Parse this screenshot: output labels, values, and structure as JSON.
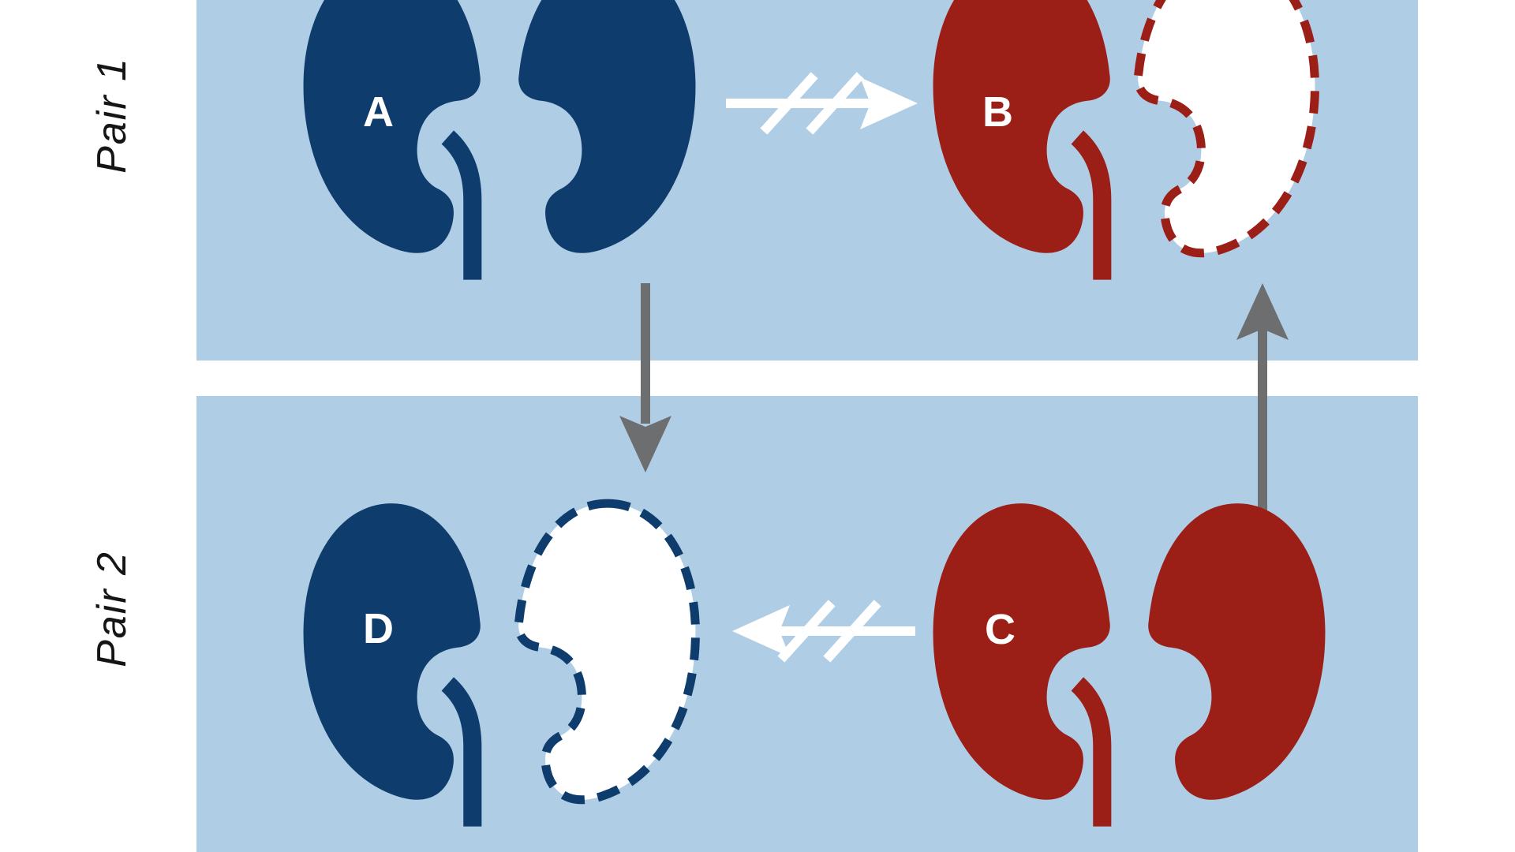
{
  "diagram": {
    "pair1": {
      "label": "Pair 1",
      "donor_kidney_label": "A",
      "recipient_kidney_label": "B"
    },
    "pair2": {
      "label": "Pair 2",
      "recipient_kidney_label": "D",
      "donor_kidney_label": "C"
    }
  },
  "colors": {
    "panel_blue": "#b0cde6",
    "kidney_navy": "#0e3c6c",
    "kidney_red": "#9c1f17",
    "exchange_arrow_gray": "#6d6e70",
    "incompatible_arrow_white": "#ffffff",
    "background": "#ffffff"
  }
}
